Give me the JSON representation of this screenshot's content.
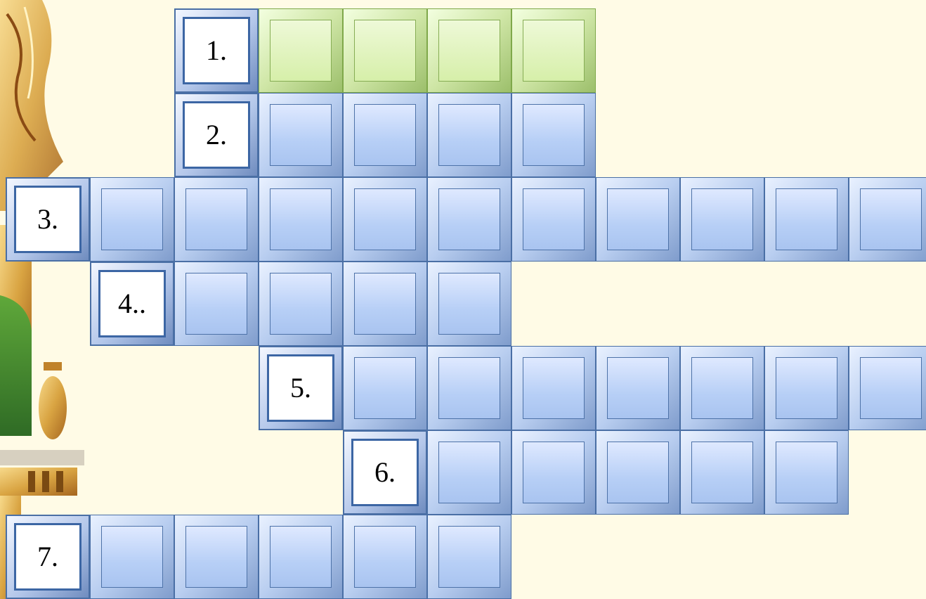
{
  "colors": {
    "background": "#fffbe6",
    "cell_blue": "#b7cff6",
    "cell_green": "#d6efa9",
    "label_border": "#3c66a4"
  },
  "crossword": {
    "rows": [
      {
        "label": "1.",
        "label_col": 2,
        "row": 0,
        "letters": 4,
        "highlight": true
      },
      {
        "label": "2.",
        "label_col": 2,
        "row": 1,
        "letters": 4,
        "highlight": false
      },
      {
        "label": "3.",
        "label_col": 0,
        "row": 2,
        "letters": 10,
        "highlight": false
      },
      {
        "label": "4..",
        "label_col": 1,
        "row": 3,
        "letters": 4,
        "highlight": false
      },
      {
        "label": "5.",
        "label_col": 3,
        "row": 4,
        "letters": 7,
        "highlight": false
      },
      {
        "label": "6.",
        "label_col": 4,
        "row": 5,
        "letters": 5,
        "highlight": false
      },
      {
        "label": "7.",
        "label_col": 0,
        "row": 6,
        "letters": 5,
        "highlight": false
      }
    ]
  }
}
